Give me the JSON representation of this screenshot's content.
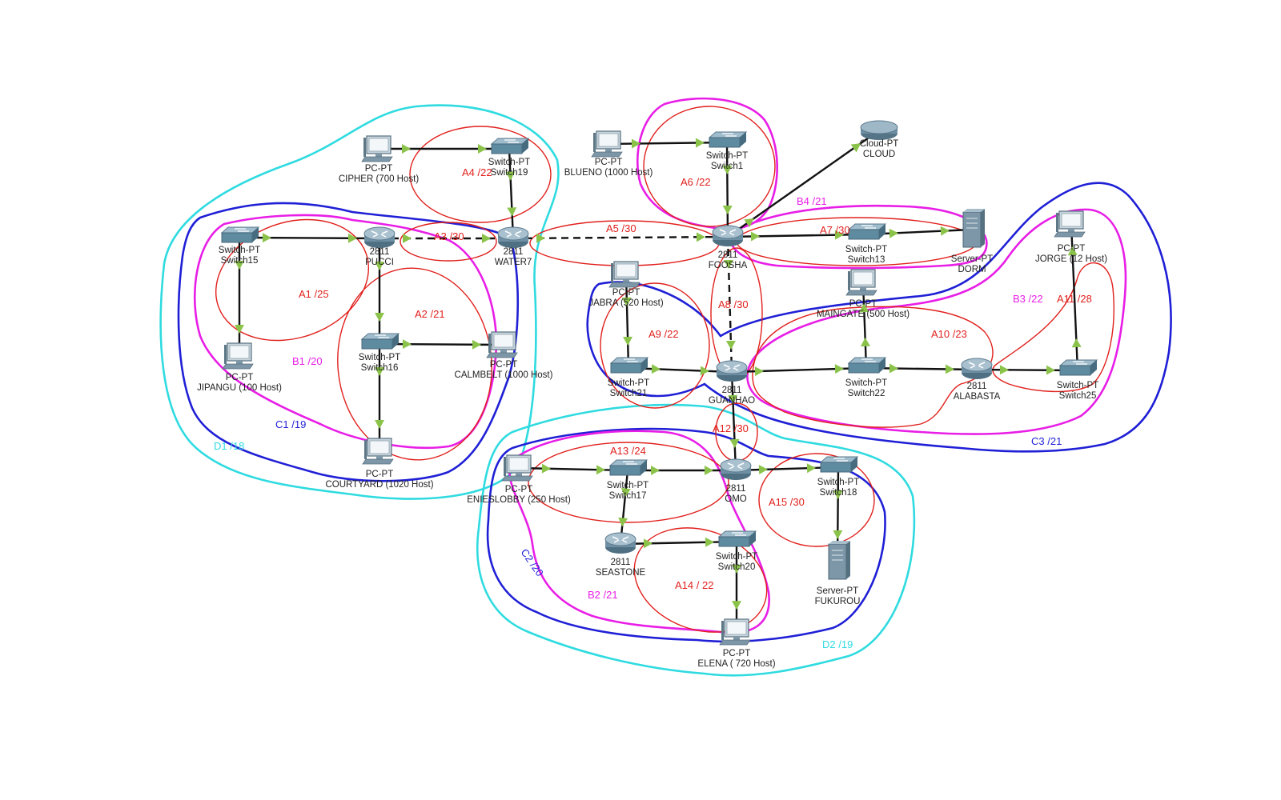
{
  "colors": {
    "link": "#111111",
    "link_end": "#8bc34a",
    "red": "#e0201c",
    "magenta": "#e81ee6",
    "blue": "#1f1fd6",
    "cyan": "#2fdbe0",
    "router_body": "#6f8fa4",
    "switch_body": "#5f8ba0",
    "pc_body": "#7d97a8"
  },
  "devices": [
    {
      "id": "cipher",
      "type": "pc",
      "line1": "PC-PT",
      "line2": "CIPHER (700 Host)"
    },
    {
      "id": "switch19",
      "type": "switch",
      "line1": "Switch-PT",
      "line2": "Switch19"
    },
    {
      "id": "blueno",
      "type": "pc",
      "line1": "PC-PT",
      "line2": "BLUENO (1000 Host)"
    },
    {
      "id": "switch1",
      "type": "switch",
      "line1": "Switch-PT",
      "line2": "Switch1"
    },
    {
      "id": "cloud",
      "type": "cloud",
      "line1": "Cloud-PT",
      "line2": "CLOUD"
    },
    {
      "id": "switch15",
      "type": "switch",
      "line1": "Switch-PT",
      "line2": "Switch15"
    },
    {
      "id": "pucci",
      "type": "router",
      "line1": "2811",
      "line2": "PUCCI"
    },
    {
      "id": "water7",
      "type": "router",
      "line1": "2811",
      "line2": "WATER7"
    },
    {
      "id": "foosha",
      "type": "router",
      "line1": "2811",
      "line2": "FOOSHA"
    },
    {
      "id": "switch13",
      "type": "switch",
      "line1": "Switch-PT",
      "line2": "Switch13"
    },
    {
      "id": "dorm",
      "type": "server",
      "line1": "Server-PT",
      "line2": "DORM"
    },
    {
      "id": "jorge",
      "type": "pc",
      "line1": "PC-PT",
      "line2": "JORGE (12 Host)"
    },
    {
      "id": "jabra",
      "type": "pc",
      "line1": "PC-PT",
      "line2": "JABRA (520 Host)"
    },
    {
      "id": "maingate",
      "type": "pc",
      "line1": "PC-PT",
      "line2": "MAINGATE (500 Host)"
    },
    {
      "id": "switch16",
      "type": "switch",
      "line1": "Switch-PT",
      "line2": "Switch16"
    },
    {
      "id": "calmbelt",
      "type": "pc",
      "line1": "PC-PT",
      "line2": "CALMBELT (1000 Host)"
    },
    {
      "id": "jipangu",
      "type": "pc",
      "line1": "PC-PT",
      "line2": "JIPANGU (100 Host)"
    },
    {
      "id": "switch21",
      "type": "switch",
      "line1": "Switch-PT",
      "line2": "Switch21"
    },
    {
      "id": "guanhao",
      "type": "router",
      "line1": "2811",
      "line2": "GUANHAO"
    },
    {
      "id": "switch22",
      "type": "switch",
      "line1": "Switch-PT",
      "line2": "Switch22"
    },
    {
      "id": "alabasta",
      "type": "router",
      "line1": "2811",
      "line2": "ALABASTA"
    },
    {
      "id": "switch25",
      "type": "switch",
      "line1": "Switch-PT",
      "line2": "Switch25"
    },
    {
      "id": "courtyard",
      "type": "pc",
      "line1": "PC-PT",
      "line2": "COURTYARD (1020 Host)"
    },
    {
      "id": "enieslobby",
      "type": "pc",
      "line1": "PC-PT",
      "line2": "ENIESLOBBY (250 Host)"
    },
    {
      "id": "switch17",
      "type": "switch",
      "line1": "Switch-PT",
      "line2": "Switch17"
    },
    {
      "id": "omo",
      "type": "router",
      "line1": "2811",
      "line2": "OMO"
    },
    {
      "id": "switch18",
      "type": "switch",
      "line1": "Switch-PT",
      "line2": "Switch18"
    },
    {
      "id": "seastone",
      "type": "router",
      "line1": "2811",
      "line2": "SEASTONE"
    },
    {
      "id": "switch20",
      "type": "switch",
      "line1": "Switch-PT",
      "line2": "Switch20"
    },
    {
      "id": "fukurou",
      "type": "server",
      "line1": "Server-PT",
      "line2": "FUKUROU"
    },
    {
      "id": "elena",
      "type": "pc",
      "line1": "PC-PT",
      "line2": "ELENA ( 720 Host)"
    }
  ],
  "links": [
    {
      "from": "cipher",
      "to": "switch19"
    },
    {
      "from": "switch19",
      "to": "water7"
    },
    {
      "from": "switch15",
      "to": "pucci"
    },
    {
      "from": "pucci",
      "to": "water7",
      "style": "dashed"
    },
    {
      "from": "water7",
      "to": "foosha",
      "style": "dashed"
    },
    {
      "from": "blueno",
      "to": "switch1"
    },
    {
      "from": "switch1",
      "to": "foosha"
    },
    {
      "from": "foosha",
      "to": "cloud"
    },
    {
      "from": "foosha",
      "to": "switch13"
    },
    {
      "from": "switch13",
      "to": "dorm"
    },
    {
      "from": "foosha",
      "to": "guanhao",
      "style": "dashed"
    },
    {
      "from": "switch15",
      "to": "jipangu"
    },
    {
      "from": "pucci",
      "to": "switch16"
    },
    {
      "from": "switch16",
      "to": "calmbelt"
    },
    {
      "from": "switch16",
      "to": "courtyard"
    },
    {
      "from": "jabra",
      "to": "switch21"
    },
    {
      "from": "switch21",
      "to": "guanhao"
    },
    {
      "from": "guanhao",
      "to": "switch22"
    },
    {
      "from": "switch22",
      "to": "maingate"
    },
    {
      "from": "switch22",
      "to": "alabasta"
    },
    {
      "from": "alabasta",
      "to": "switch25"
    },
    {
      "from": "switch25",
      "to": "jorge"
    },
    {
      "from": "guanhao",
      "to": "omo"
    },
    {
      "from": "enieslobby",
      "to": "switch17"
    },
    {
      "from": "switch17",
      "to": "omo"
    },
    {
      "from": "switch17",
      "to": "seastone"
    },
    {
      "from": "seastone",
      "to": "switch20"
    },
    {
      "from": "switch20",
      "to": "elena"
    },
    {
      "from": "omo",
      "to": "switch18"
    },
    {
      "from": "switch18",
      "to": "fukurou"
    }
  ],
  "subnets": [
    {
      "id": "a1",
      "label": "A1 /25",
      "color": "red"
    },
    {
      "id": "a2",
      "label": "A2 /21",
      "color": "red"
    },
    {
      "id": "a3",
      "label": "A3 /30",
      "color": "red"
    },
    {
      "id": "a4",
      "label": "A4 /22",
      "color": "red"
    },
    {
      "id": "a5",
      "label": "A5 /30",
      "color": "red"
    },
    {
      "id": "a6",
      "label": "A6 /22",
      "color": "red"
    },
    {
      "id": "a7",
      "label": "A7 /30",
      "color": "red"
    },
    {
      "id": "a8",
      "label": "A8 /30",
      "color": "red"
    },
    {
      "id": "a9",
      "label": "A9 /22",
      "color": "red"
    },
    {
      "id": "a10",
      "label": "A10 /23",
      "color": "red"
    },
    {
      "id": "a11",
      "label": "A11 /28",
      "color": "red"
    },
    {
      "id": "a12",
      "label": "A12 /30",
      "color": "red"
    },
    {
      "id": "a13",
      "label": "A13 /24",
      "color": "red"
    },
    {
      "id": "a14",
      "label": "A14 / 22",
      "color": "red"
    },
    {
      "id": "a15",
      "label": "A15 /30",
      "color": "red"
    },
    {
      "id": "b1",
      "label": "B1 /20",
      "color": "magenta"
    },
    {
      "id": "b2",
      "label": "B2 /21",
      "color": "magenta"
    },
    {
      "id": "b3",
      "label": "B3 /22",
      "color": "magenta"
    },
    {
      "id": "b4",
      "label": "B4 /21",
      "color": "magenta"
    },
    {
      "id": "c1",
      "label": "C1 /19",
      "color": "blue"
    },
    {
      "id": "c2",
      "label": "C2 /20",
      "color": "blue"
    },
    {
      "id": "c3",
      "label": "C3 /21",
      "color": "blue"
    },
    {
      "id": "d1",
      "label": "D1 /18",
      "color": "cyan"
    },
    {
      "id": "d2",
      "label": "D2 /19",
      "color": "cyan"
    }
  ]
}
